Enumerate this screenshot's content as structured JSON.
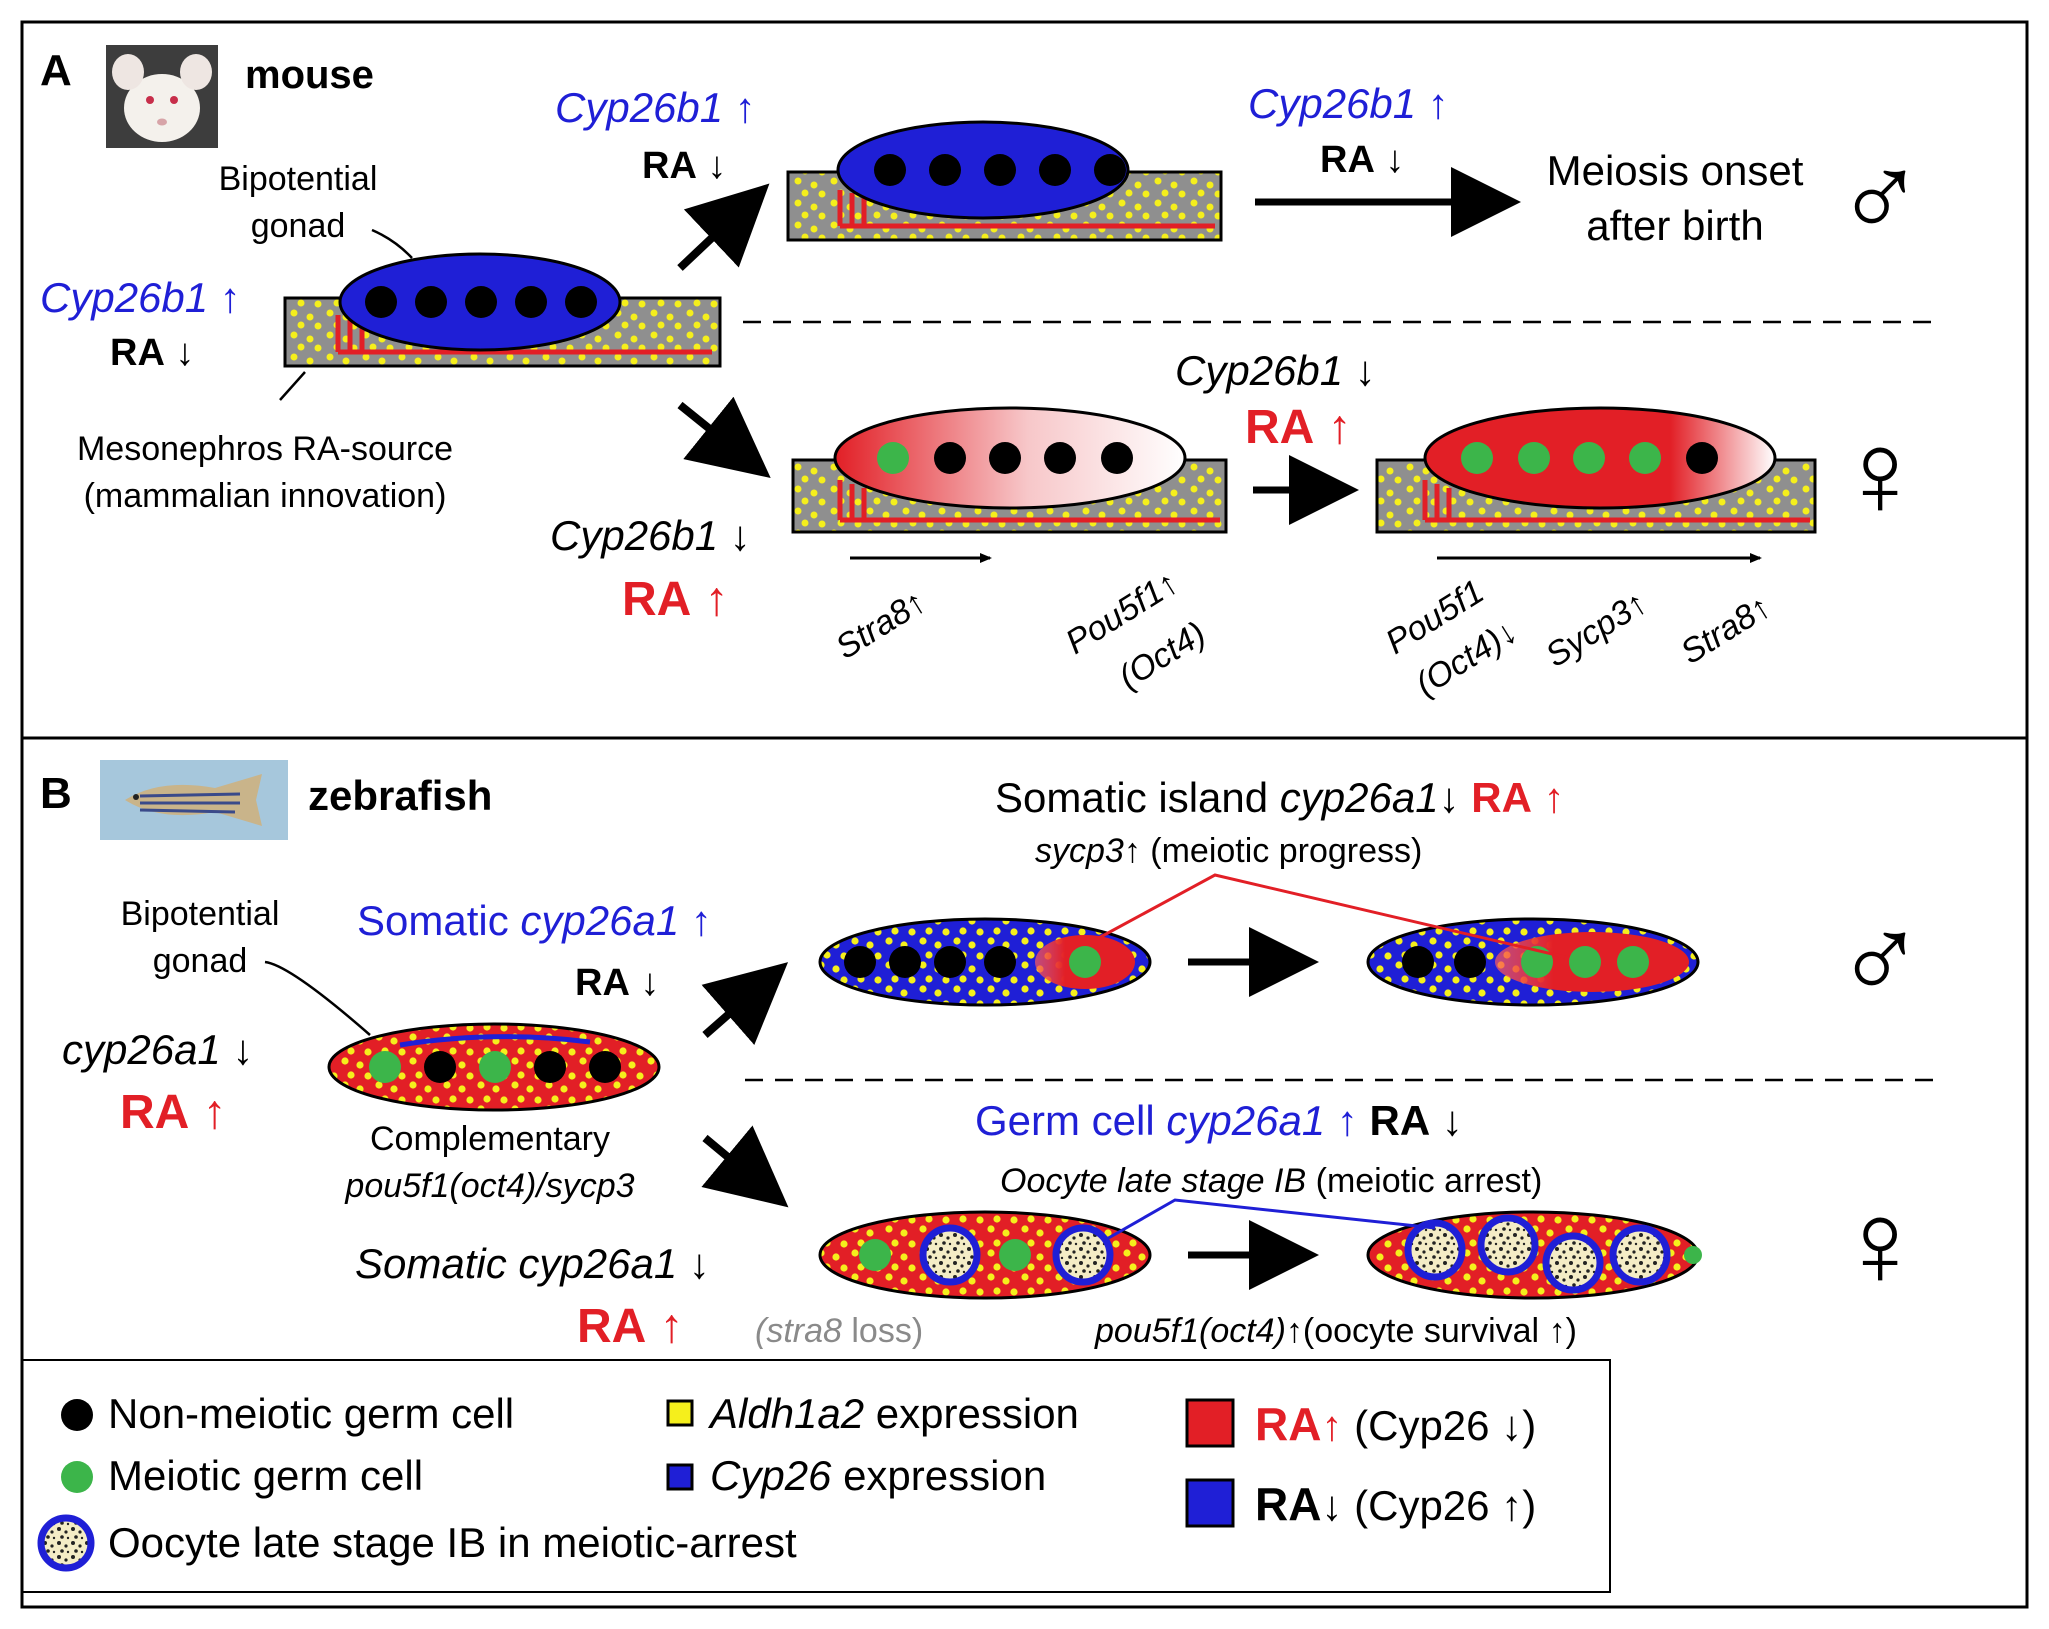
{
  "panelA": {
    "letter": "A",
    "species": "mouse",
    "left": {
      "gonad_label_1": "Bipotential",
      "gonad_label_2": "gonad",
      "cyp": "Cyp26b1",
      "ra": "RA",
      "meso_1": "Mesonephros RA-source",
      "meso_2": "(mammalian innovation)"
    },
    "male": {
      "cyp_1": "Cyp26b1",
      "ra_1": "RA",
      "cyp_2": "Cyp26b1",
      "ra_2": "RA",
      "outcome_1": "Meiosis onset",
      "outcome_2": "after birth"
    },
    "female": {
      "cyp_1": "Cyp26b1",
      "ra_1": "RA",
      "cyp_2": "Cyp26b1",
      "ra_2": "RA",
      "stra8": "Stra8",
      "pou_1": "Pou5f1",
      "pou_2": "(Oct4)",
      "pou_b1": "Pou5f1",
      "pou_b2": "(Oct4)",
      "sycp3": "Sycp3",
      "stra8_b": "Stra8"
    }
  },
  "panelB": {
    "letter": "B",
    "species": "zebrafish",
    "left": {
      "gonad_label_1": "Bipotential",
      "gonad_label_2": "gonad",
      "cyp": "cyp26a1",
      "ra": "RA",
      "comp_1": "Complementary",
      "comp_2a": "pou5f1",
      "comp_2b": "(oct4)/sycp3"
    },
    "male": {
      "somatic": "Somatic",
      "cyp": "cyp26a1",
      "ra": "RA",
      "island_1": "Somatic island",
      "island_cyp": "cyp26a1",
      "island_ra": "RA",
      "sycp3": "sycp3",
      "progress": "(meiotic progress)"
    },
    "female": {
      "somatic": "Somatic",
      "cyp": "cyp26a1",
      "ra": "RA",
      "stra8_loss_a": "(stra8",
      "stra8_loss_b": " loss)",
      "germ": "Germ cell",
      "germ_cyp": "cyp26a1",
      "germ_ra": "RA",
      "oocyte_a": "Oocyte late stage IB",
      "oocyte_b": " (meiotic arrest)",
      "pou_a": "pou5f1(oct4)",
      "pou_b": "(oocyte survival",
      "pou_c": ")"
    }
  },
  "symbols": {
    "up": "↑",
    "down": "↓",
    "male": "♂",
    "female": "♀"
  },
  "legend": {
    "nonmeiotic": "Non-meiotic germ cell",
    "meiotic": "Meiotic germ cell",
    "oocyte": "Oocyte late stage IB  in meiotic-arrest",
    "aldh_a": "Aldh1a2",
    "aldh_b": " expression",
    "cyp_a": "Cyp26",
    "cyp_b": " expression",
    "ra_up_a": "RA",
    "ra_up_b": " (Cyp26 ",
    "ra_up_c": ")",
    "ra_down_a": "RA",
    "ra_down_b": " (Cyp26 ",
    "ra_down_c": ")"
  },
  "colors": {
    "ra_high": "#e21f26",
    "ra_low": "#1f1fd6",
    "aldh": "#f5ef1c",
    "meiotic": "#3cb54a",
    "mesonephros": "#8f8f8f"
  }
}
